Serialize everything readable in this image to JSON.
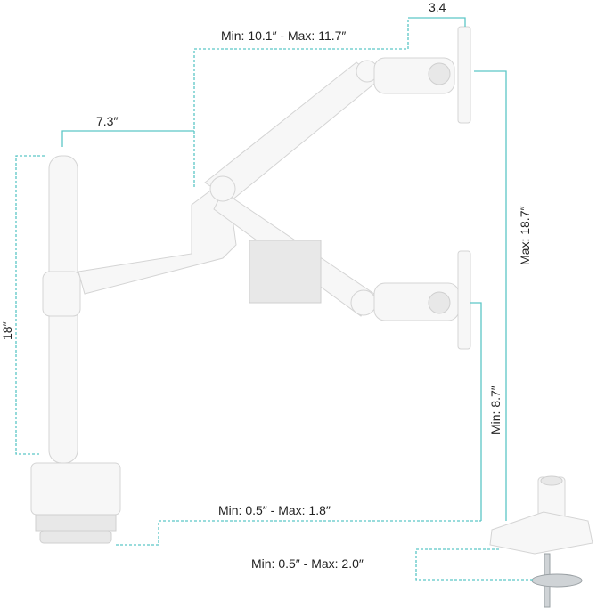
{
  "dimensions": {
    "pole_to_arm": "7.3″",
    "arm_reach": "Min: 10.1″ - Max: 11.7″",
    "tilt_head": "3.4",
    "pole_height": "18″",
    "max_height": "Max: 18.7″",
    "min_height": "Min: 8.7″",
    "clamp_thickness": "Min: 0.5″ - Max: 1.8″",
    "grommet_thickness": "Min: 0.5″ - Max: 2.0″"
  },
  "colors": {
    "dimension_line": "#5cc6c6",
    "product": "#f7f7f7"
  }
}
